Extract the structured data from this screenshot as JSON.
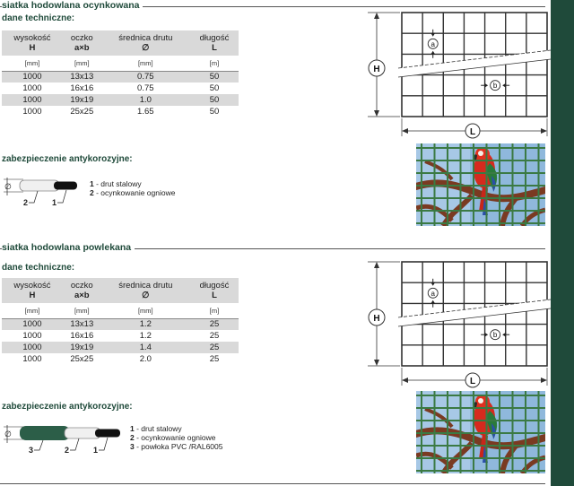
{
  "sections": [
    {
      "title": "siatka hodowlana ocynkowana",
      "tech_heading": "dane techniczne:",
      "table": {
        "headers": [
          {
            "name": "wysokość",
            "sym": "H"
          },
          {
            "name": "oczko",
            "sym": "a×b"
          },
          {
            "name": "średnica drutu",
            "sym": "∅"
          },
          {
            "name": "długość",
            "sym": "L"
          }
        ],
        "units": [
          "[mm]",
          "[mm]",
          "[mm]",
          "[m]"
        ],
        "rows": [
          [
            "1000",
            "13x13",
            "0.75",
            "50"
          ],
          [
            "1000",
            "16x16",
            "0.75",
            "50"
          ],
          [
            "1000",
            "19x19",
            "1.0",
            "50"
          ],
          [
            "1000",
            "25x25",
            "1.65",
            "50"
          ]
        ]
      },
      "protection_heading": "zabezpieczenie antykorozyjne:",
      "legend": [
        {
          "num": "1",
          "text": " - drut stalowy"
        },
        {
          "num": "2",
          "text": " - ocynkowanie ogniowe"
        }
      ]
    },
    {
      "title": "siatka hodowlana powlekana",
      "tech_heading": "dane techniczne:",
      "table": {
        "headers": [
          {
            "name": "wysokość",
            "sym": "H"
          },
          {
            "name": "oczko",
            "sym": "a×b"
          },
          {
            "name": "średnica drutu",
            "sym": "∅"
          },
          {
            "name": "długość",
            "sym": "L"
          }
        ],
        "units": [
          "[mm]",
          "[mm]",
          "[mm]",
          "[m]"
        ],
        "rows": [
          [
            "1000",
            "13x13",
            "1.2",
            "25"
          ],
          [
            "1000",
            "16x16",
            "1.2",
            "25"
          ],
          [
            "1000",
            "19x19",
            "1.4",
            "25"
          ],
          [
            "1000",
            "25x25",
            "2.0",
            "25"
          ]
        ]
      },
      "protection_heading": "zabezpieczenie antykorozyjne:",
      "legend": [
        {
          "num": "1",
          "text": " - drut stalowy"
        },
        {
          "num": "2",
          "text": " - ocynkowanie ogniowe"
        },
        {
          "num": "3",
          "text": " - powłoka PVC /RAL6005"
        }
      ]
    }
  ],
  "diagram_labels": {
    "height": "H",
    "length": "L",
    "mesh_a": "a",
    "mesh_b": "b",
    "diameter": "∅"
  },
  "wire_labels": [
    "1",
    "2",
    "3"
  ],
  "colors": {
    "brand": "#1f4a3a",
    "pvc": "#2c5e48",
    "stripe": "#d9d9d9"
  },
  "icons": {
    "photo": "parrot-photo"
  }
}
